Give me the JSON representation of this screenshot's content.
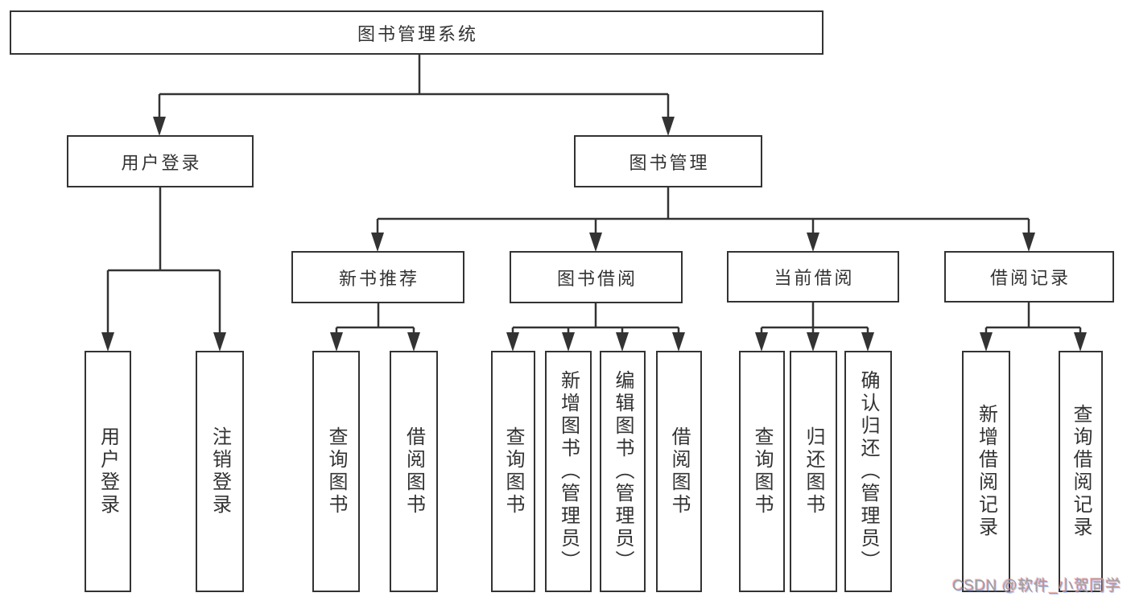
{
  "root": {
    "label": "图书管理系统"
  },
  "branches": {
    "user_login": {
      "label": "用户登录"
    },
    "book_mgmt": {
      "label": "图书管理"
    }
  },
  "sections": {
    "new_book": {
      "label": "新书推荐"
    },
    "book_borrow": {
      "label": "图书借阅"
    },
    "current_borrow": {
      "label": "当前借阅"
    },
    "borrow_record": {
      "label": "借阅记录"
    }
  },
  "leaves": {
    "login": "用户登录",
    "logout": "注销登录",
    "nb_query": "查询图书",
    "nb_borrow": "借阅图书",
    "bb_query": "查询图书",
    "bb_add": "新增图书（管理员）",
    "bb_edit": "编辑图书（管理员）",
    "bb_borrow": "借阅图书",
    "cb_query": "查询图书",
    "cb_return": "归还图书",
    "cb_confirm": "确认归还（管理员）",
    "br_add": "新增借阅记录",
    "br_query": "查询借阅记录"
  },
  "watermark": "CSDN @软件_小贺同学",
  "colors": {
    "line": "#333333",
    "box_border": "#333333",
    "box_fill": "#ffffff",
    "text": "#333333",
    "watermark": "#9e9e9e"
  }
}
